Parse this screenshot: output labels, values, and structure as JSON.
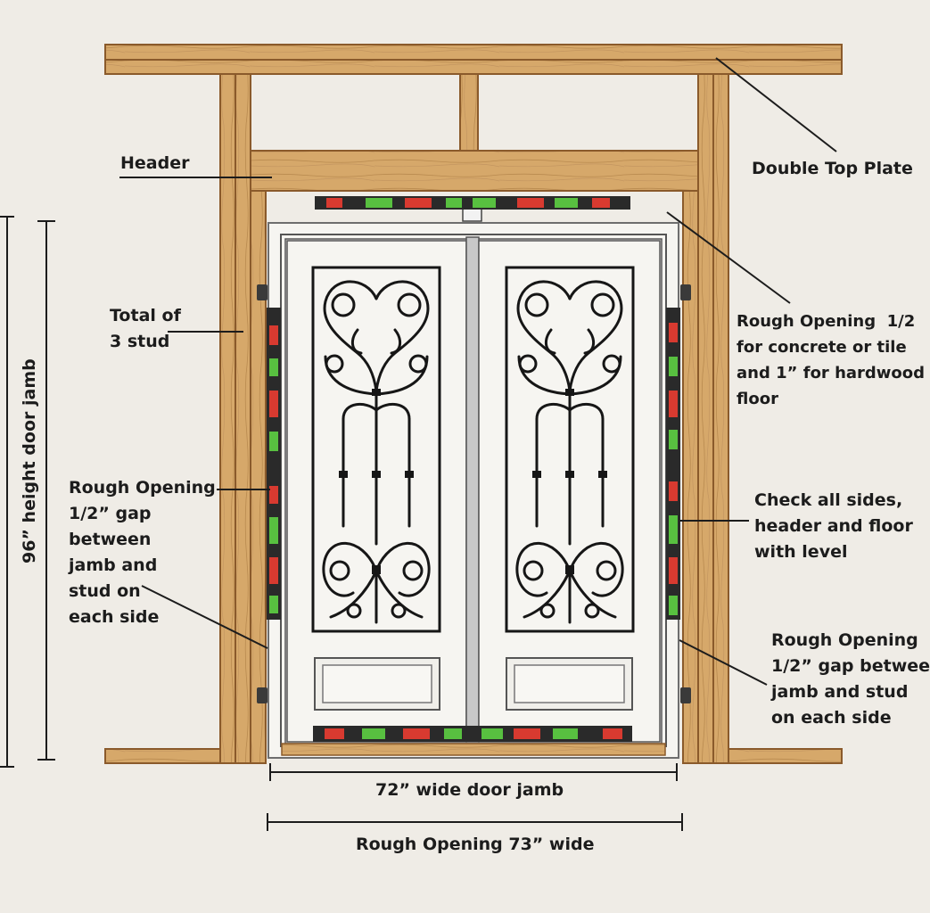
{
  "labels": {
    "header": "Header",
    "double_top_plate": "Double Top Plate",
    "total_studs": "Total of\n3 stud",
    "rough_opening_floor": "Rough Opening  1/2\nfor concrete or tile\nand 1” for hardwood\nfloor",
    "rough_opening_left": "Rough Opening\n1/2” gap\nbetween\njamb and\nstud on\neach side",
    "check_level": "Check all sides,\nheader and floor\nwith level",
    "rough_opening_right": "Rough Opening\n1/2” gap betwee\njamb and stud\non each side",
    "jamb_width": "72” wide door jamb",
    "rough_opening_width": "Rough Opening 73” wide",
    "jamb_height": "96” height door jamb"
  },
  "colors": {
    "background": "#efece6",
    "wood": "#d6a86a",
    "wood_dark": "#8a5a2b",
    "door": "#f6f5f1",
    "ironwork": "#161616",
    "shim_red": "#d83a30",
    "shim_green": "#58c040",
    "shim_dark": "#2a2a2a"
  }
}
